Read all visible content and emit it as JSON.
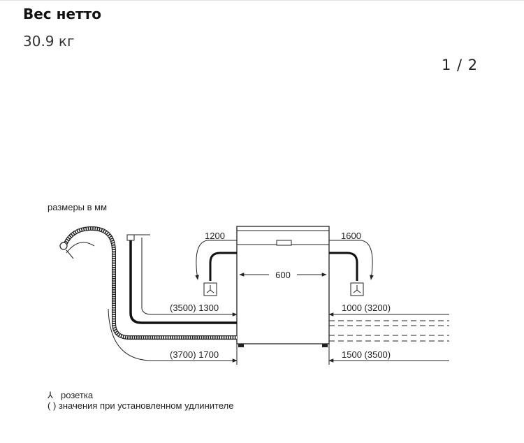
{
  "product_spec": {
    "label": "Вес нетто",
    "value": "30.9 кг"
  },
  "gallery": {
    "pager": "1 / 2"
  },
  "diagram": {
    "header": "размеры в мм",
    "dim_width": "600",
    "dim_left_top": "1200",
    "dim_right_top": "1600",
    "dim_left_middle": "(3500) 1300",
    "dim_right_middle": "1000 (3200)",
    "dim_left_bottom": "(3700) 1700",
    "dim_right_bottom": "1500 (3500)",
    "legend_socket_symbol": "⅄",
    "legend_socket": "розетка",
    "legend_extension": "( ) значения при установленном удлинителе"
  }
}
